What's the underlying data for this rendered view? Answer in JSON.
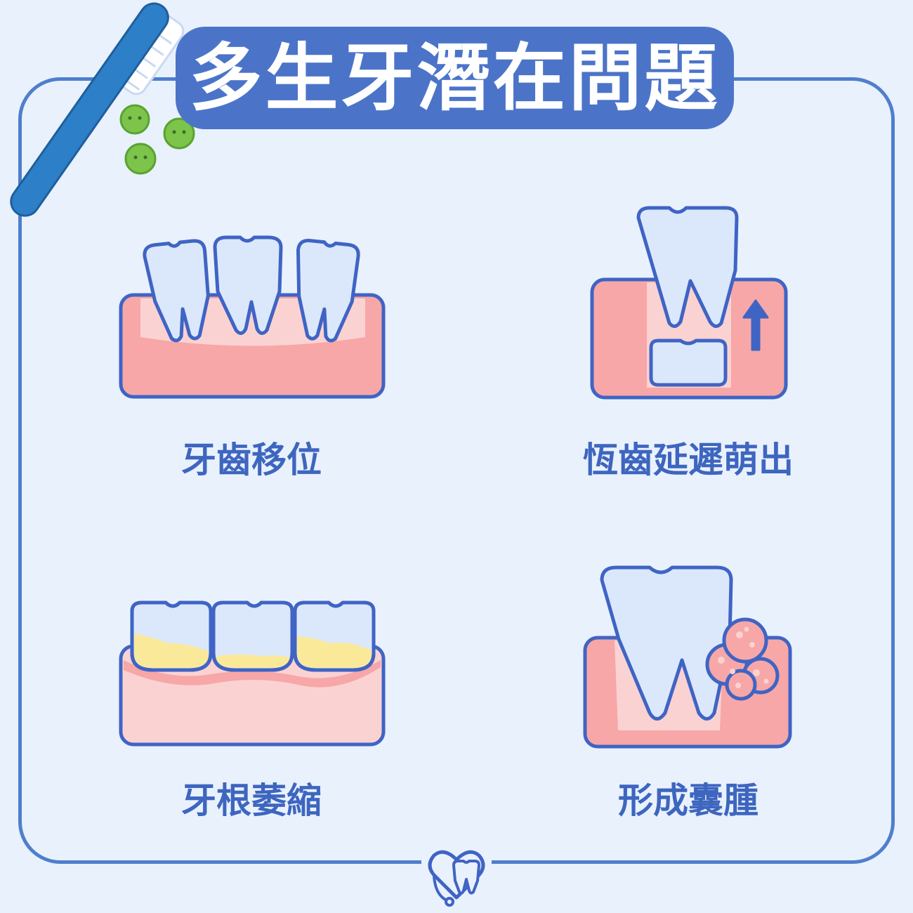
{
  "title": "多生牙潛在問題",
  "panels": [
    {
      "label": "牙齒移位",
      "icon": "teeth-shifting-icon"
    },
    {
      "label": "恆齒延遲萌出",
      "icon": "delayed-eruption-icon"
    },
    {
      "label": "牙根萎縮",
      "icon": "root-atrophy-icon"
    },
    {
      "label": "形成囊腫",
      "icon": "cyst-formation-icon"
    }
  ],
  "colors": {
    "background": "#e9f1fd",
    "frame": "#4f7fcc",
    "title_bg": "#4b74c9",
    "title_text": "#ffffff",
    "caption_text": "#3e66bf",
    "outline": "#3f64c4",
    "tooth": "#dbe8fb",
    "gum": "#f7a7a7",
    "gum_inner": "#fbd2d2",
    "plaque": "#fbe99a",
    "bacteria": "#7cc44a"
  }
}
